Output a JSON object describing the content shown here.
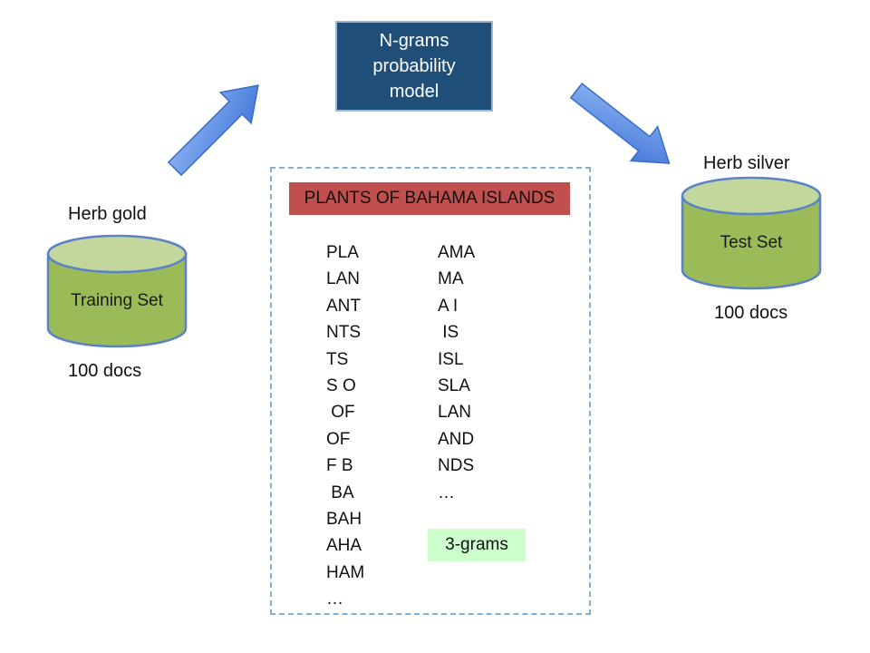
{
  "model": {
    "label": "N-grams\nprobability\nmodel"
  },
  "training": {
    "header": "Herb gold",
    "cylinder_label": "Training Set",
    "docs": "100 docs"
  },
  "test": {
    "header": "Herb silver",
    "cylinder_label": "Test Set",
    "docs": "100 docs"
  },
  "example": {
    "title": "PLANTS OF BAHAMA ISLANDS",
    "col1": [
      "PLA",
      "LAN",
      "ANT",
      "NTS",
      "TS",
      "S O",
      " OF",
      "OF",
      "F B",
      " BA",
      "BAH",
      "AHA",
      "HAM",
      "…"
    ],
    "col2": [
      "AMA",
      "MA",
      "A I",
      " IS",
      "ISL",
      "SLA",
      "LAN",
      "AND",
      "NDS",
      "…"
    ],
    "grams_label": "3-grams"
  },
  "colors": {
    "model_fill": "#1f4e79",
    "cylinder_fill": "#9bbb59",
    "arrow_fill": "#5b8fe6",
    "title_fill": "#c0504d",
    "grams_fill": "#ccffcc"
  },
  "icons": {
    "left_arrow": "arrow-up-right-icon",
    "right_arrow": "arrow-down-right-icon"
  }
}
